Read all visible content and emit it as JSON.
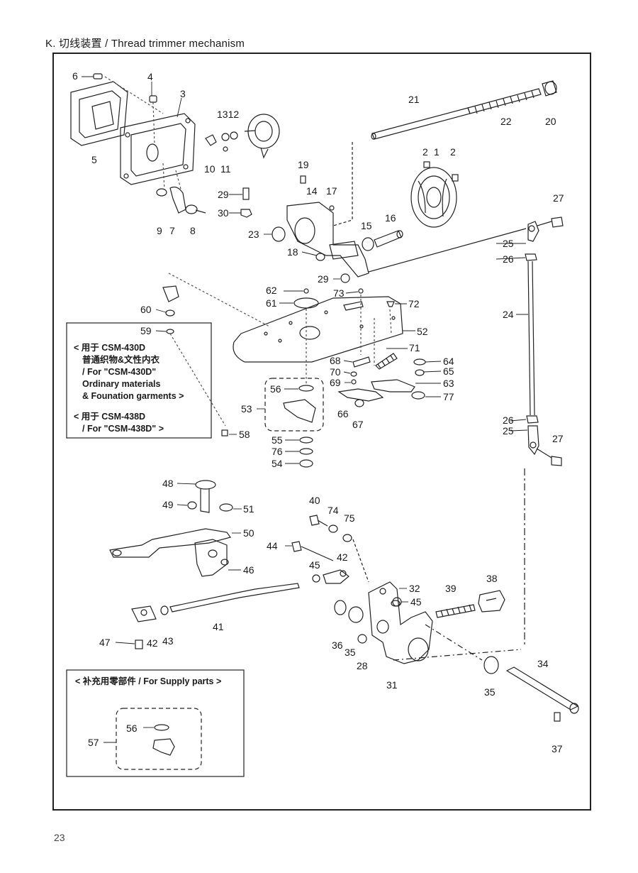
{
  "header": {
    "prefix": "K.",
    "title": "切线装置 / Thread trimmer mechanism"
  },
  "notes": {
    "model_430d_cn": "< 用于 CSM-430D",
    "model_430d_cn2": "普通织物&文性内衣",
    "model_430d_en": "/ For \"CSM-430D\"",
    "model_430d_en2": "Ordinary materials",
    "model_430d_en3": "& Founation garments >",
    "model_438d_cn": "< 用于 CSM-438D",
    "model_438d_en": "/ For \"CSM-438D\" >",
    "supply": "< 补充用零部件 / For Supply parts >"
  },
  "labels": {
    "p1": "1",
    "p2a": "2",
    "p2b": "2",
    "p3": "3",
    "p4": "4",
    "p5": "5",
    "p6": "6",
    "p7": "7",
    "p8": "8",
    "p9": "9",
    "p10": "10",
    "p11": "11",
    "p1312": "1312",
    "p14": "14",
    "p15": "15",
    "p16": "16",
    "p17": "17",
    "p18": "18",
    "p19": "19",
    "p20": "20",
    "p21": "21",
    "p22": "22",
    "p23": "23",
    "p24": "24",
    "p25a": "25",
    "p25b": "25",
    "p26a": "26",
    "p26b": "26",
    "p27a": "27",
    "p27b": "27",
    "p28": "28",
    "p29a": "29",
    "p29b": "29",
    "p30": "30",
    "p31": "31",
    "p32": "32",
    "p34": "34",
    "p35a": "35",
    "p35b": "35",
    "p36": "36",
    "p37": "37",
    "p38": "38",
    "p39": "39",
    "p40": "40",
    "p41": "41",
    "p42a": "42",
    "p42b": "42",
    "p43": "43",
    "p44": "44",
    "p45a": "45",
    "p45b": "45",
    "p46": "46",
    "p47": "47",
    "p48": "48",
    "p49": "49",
    "p50": "50",
    "p51": "51",
    "p52": "52",
    "p53": "53",
    "p54": "54",
    "p55": "55",
    "p56a": "56",
    "p56b": "56",
    "p57": "57",
    "p58": "58",
    "p59": "59",
    "p60": "60",
    "p61": "61",
    "p62": "62",
    "p63": "63",
    "p64": "64",
    "p65": "65",
    "p66": "66",
    "p67": "67",
    "p68": "68",
    "p69": "69",
    "p70": "70",
    "p71": "71",
    "p72": "72",
    "p73": "73",
    "p74": "74",
    "p75": "75",
    "p76": "76",
    "p77": "77"
  },
  "page_number": "23",
  "colors": {
    "line": "#222222",
    "hatch": "#555555",
    "paper": "#ffffff"
  }
}
